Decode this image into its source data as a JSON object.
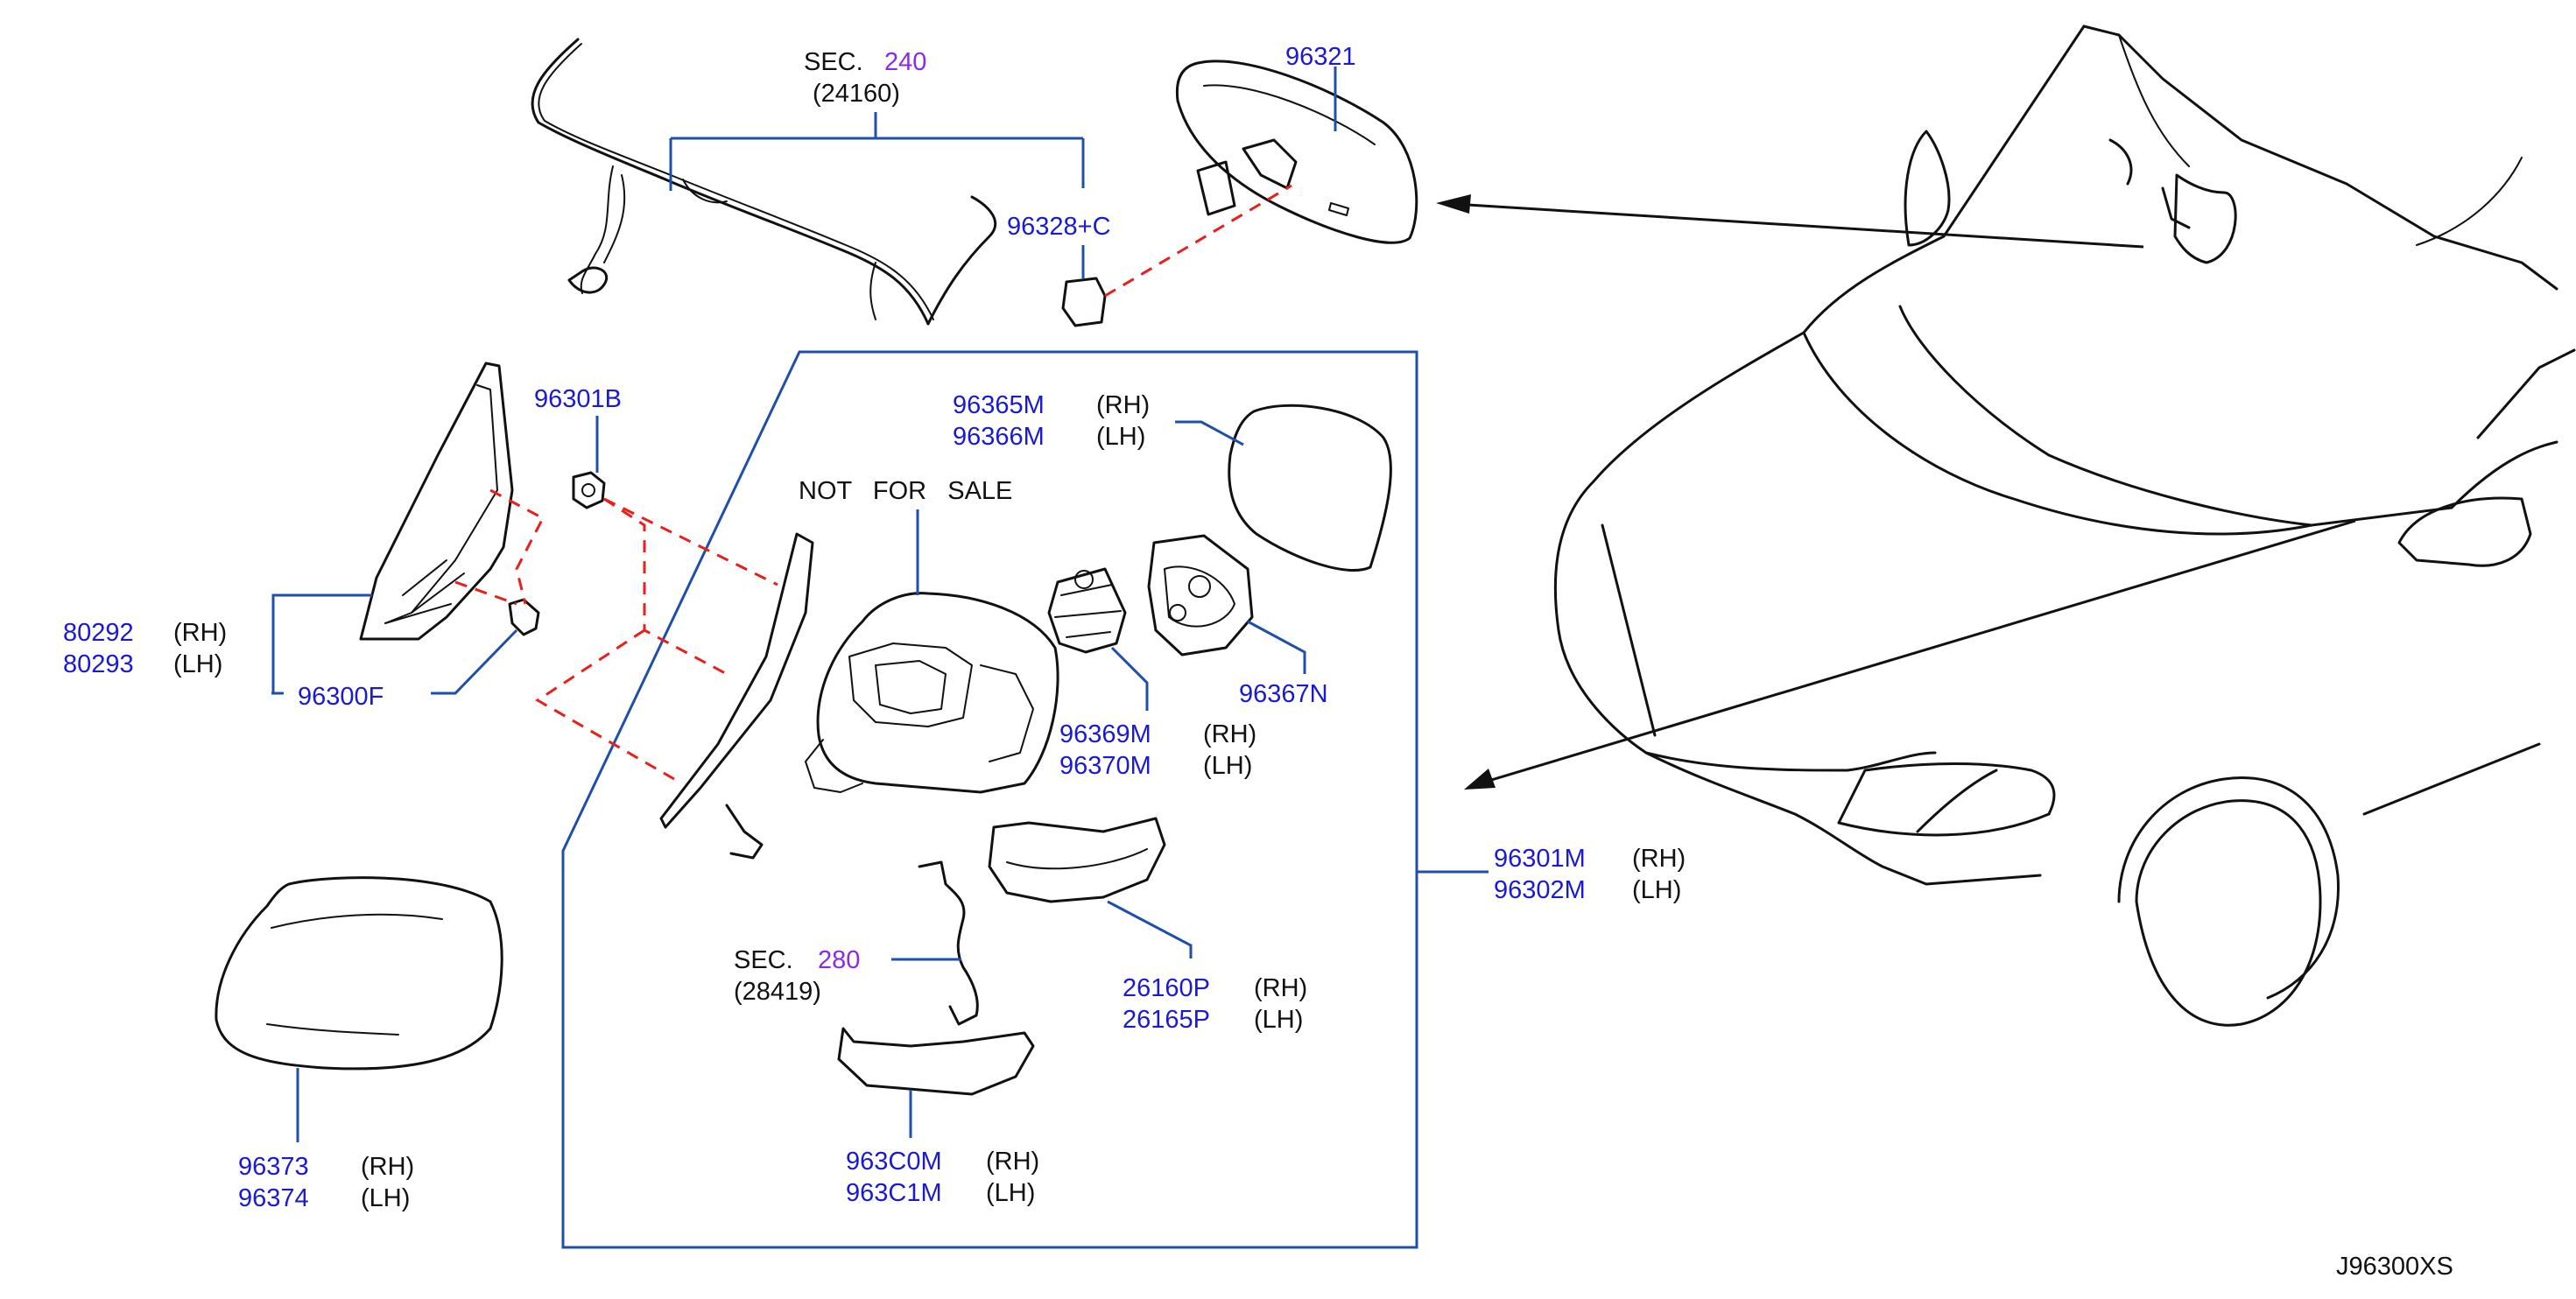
{
  "callouts": {
    "sec240": {
      "prefix": "SEC.",
      "number": "240",
      "code": "(24160)"
    },
    "sec280": {
      "prefix": "SEC.",
      "number": "280",
      "code": "(28419)"
    },
    "p96321": "96321",
    "p96328c": "96328+C",
    "p96301b": "96301B",
    "p80292": "80292",
    "p80293": "80293",
    "p96300f": "96300F",
    "not_for_sale": "NOT   FOR   SALE",
    "p96365m": "96365M",
    "p96366m": "96366M",
    "p96367n": "96367N",
    "p96369m": "96369M",
    "p96370m": "96370M",
    "p96301m": "96301M",
    "p96302m": "96302M",
    "p26160p": "26160P",
    "p26165p": "26165P",
    "p96373": "96373",
    "p96374": "96374",
    "p963c0m": "963C0M",
    "p963c1m": "963C1M",
    "rh": "(RH)",
    "lh": "(LH)"
  },
  "diagram_code": "J96300XS",
  "colors": {
    "part_number": "#1a1ad0",
    "section_number": "#8a2be2",
    "leader_line": "#1f4fa8",
    "dashed_link": "#e8201c",
    "drawing": "#111111"
  }
}
